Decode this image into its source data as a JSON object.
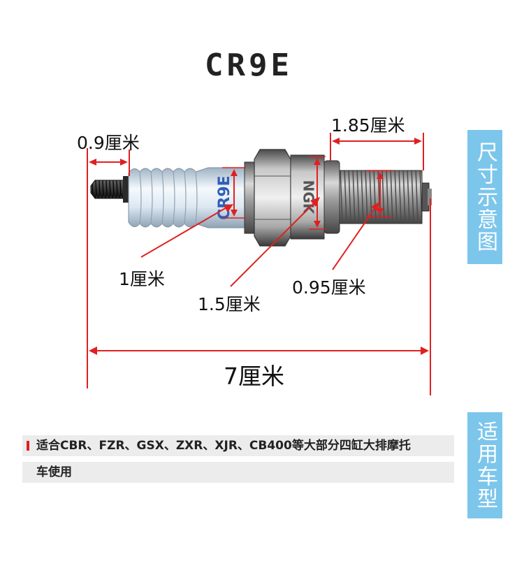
{
  "title": "CR9E",
  "plug_print": "CR9E",
  "plug_print_nut": "NGK",
  "dimensions": {
    "top_thread": "0.9厘米",
    "thread_length": "1.85厘米",
    "insulator_dia": "1厘米",
    "gasket_dia": "1.5厘米",
    "thread_dia": "0.95厘米",
    "total_length": "7厘米"
  },
  "side_tabs": {
    "size": "尺寸示意图",
    "fit": "适用车型"
  },
  "application": {
    "line1": "适合CBR、FZR、GSX、ZXR、XJR、CB400等大部分四缸大排摩托",
    "line2": "车使用"
  },
  "colors": {
    "dimension": "#e02020",
    "tab": "#7cc6ec",
    "row": "#ececec",
    "insulator": "#dce8f2",
    "print": "#2e5fb8"
  }
}
